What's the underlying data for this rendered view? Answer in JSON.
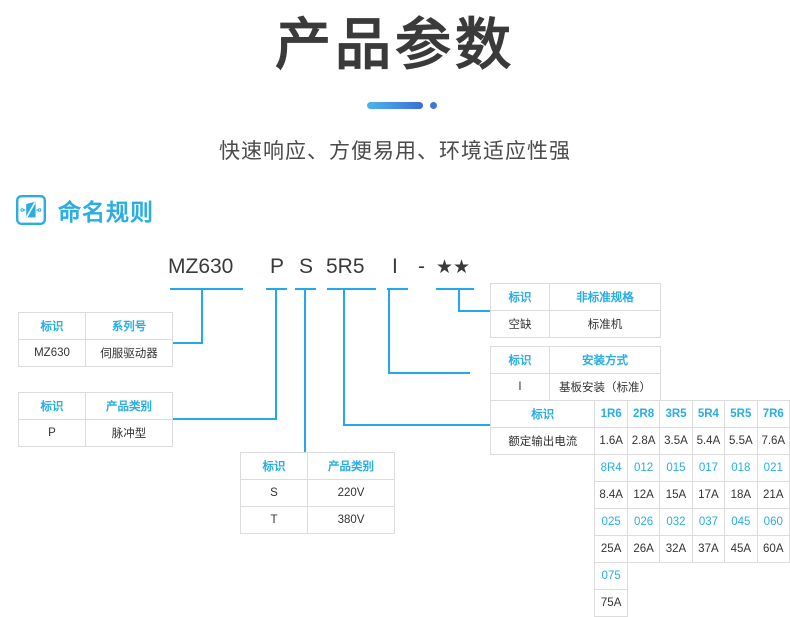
{
  "header": {
    "title": "产品参数",
    "subtitle": "快速响应、方便易用、环境适应性强",
    "divider_color": "#3a79dd"
  },
  "section": {
    "icon_name": "naming-rule-icon",
    "title": "命名规则",
    "accent_color": "#29ade3"
  },
  "code_line": {
    "segments": [
      {
        "name": "series-code",
        "text": "MZ630",
        "left": 168
      },
      {
        "name": "product-type-code",
        "text": "P",
        "left": 270
      },
      {
        "name": "voltage-code",
        "text": "S",
        "left": 299
      },
      {
        "name": "current-code",
        "text": "5R5",
        "left": 326
      },
      {
        "name": "mounting-code",
        "text": "I",
        "left": 392
      },
      {
        "name": "dash-separator",
        "text": "-",
        "left": 418
      },
      {
        "name": "nonstandard-code",
        "text": "★★",
        "left": 438
      }
    ]
  },
  "tables": {
    "series": {
      "name": "series-table",
      "headers": [
        "标识",
        "系列号"
      ],
      "rows": [
        [
          "MZ630",
          "伺服驱动器"
        ]
      ]
    },
    "product_type": {
      "name": "product-type-table",
      "headers": [
        "标识",
        "产品类别"
      ],
      "rows": [
        [
          "P",
          "脉冲型"
        ]
      ]
    },
    "voltage": {
      "name": "voltage-table",
      "headers": [
        "标识",
        "产品类别"
      ],
      "rows": [
        [
          "S",
          "220V"
        ],
        [
          "T",
          "380V"
        ]
      ]
    },
    "mounting": {
      "name": "mounting-table",
      "headers": [
        "标识",
        "安装方式"
      ],
      "rows": [
        [
          "I",
          "基板安装（标准）"
        ]
      ]
    },
    "nonstandard": {
      "name": "nonstandard-table",
      "headers": [
        "标识",
        "非标准规格"
      ],
      "rows": [
        [
          "空缺",
          "标准机"
        ]
      ]
    },
    "current": {
      "name": "current-table",
      "label_header": "标识",
      "label_row": "额定输出电流",
      "blocks": [
        {
          "codes": [
            "1R6",
            "2R8",
            "3R5",
            "5R4",
            "5R5",
            "7R6"
          ],
          "values": [
            "1.6A",
            "2.8A",
            "3.5A",
            "5.4A",
            "5.5A",
            "7.6A"
          ]
        },
        {
          "codes": [
            "8R4",
            "012",
            "015",
            "017",
            "018",
            "021"
          ],
          "values": [
            "8.4A",
            "12A",
            "15A",
            "17A",
            "18A",
            "21A"
          ]
        },
        {
          "codes": [
            "025",
            "026",
            "032",
            "037",
            "045",
            "060"
          ],
          "values": [
            "25A",
            "26A",
            "32A",
            "37A",
            "45A",
            "60A"
          ]
        },
        {
          "codes": [
            "075"
          ],
          "values": [
            "75A"
          ]
        }
      ]
    }
  }
}
